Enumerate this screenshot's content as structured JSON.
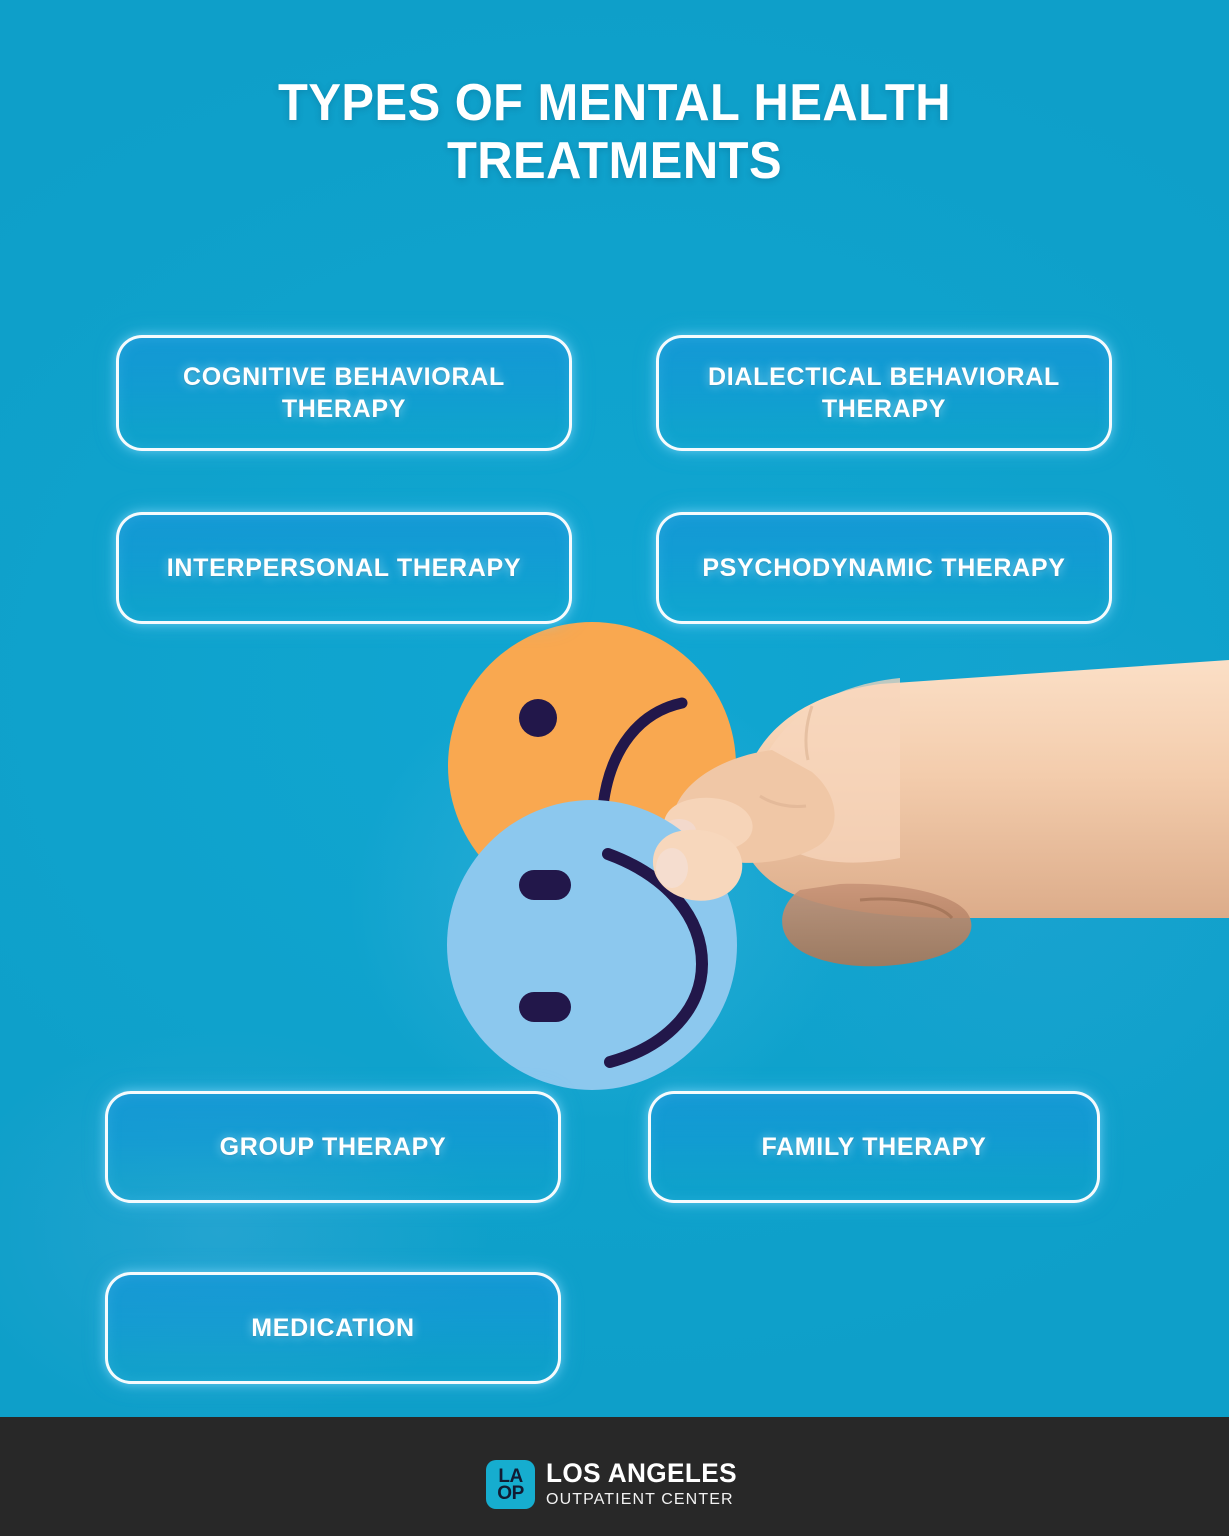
{
  "poster": {
    "title": "TYPES OF MENTAL HEALTH TREATMENTS",
    "background_color": "#0FA2CC",
    "accent_color": "#FFFFFF"
  },
  "treatments": [
    {
      "id": "cognitive-behavioral-therapy",
      "label": "COGNITIVE BEHAVIORAL THERAPY",
      "column": "left",
      "row": 1
    },
    {
      "id": "dialectical-behavioral-therapy",
      "label": "DIALECTICAL BEHAVIORAL THERAPY",
      "column": "right",
      "row": 1
    },
    {
      "id": "interpersonal-therapy",
      "label": "INTERPERSONAL THERAPY",
      "column": "left",
      "row": 2
    },
    {
      "id": "psychodynamic-therapy",
      "label": "PSYCHODYNAMIC THERAPY",
      "column": "right",
      "row": 2
    },
    {
      "id": "group-therapy",
      "label": "GROUP THERAPY",
      "column": "left",
      "row": 3
    },
    {
      "id": "family-therapy",
      "label": "FAMILY THERAPY",
      "column": "right",
      "row": 3
    },
    {
      "id": "medication",
      "label": "MEDICATION",
      "column": "left",
      "row": 4
    }
  ],
  "illustration": {
    "name": "hand-holding-smiley-face-cards",
    "sad_face_color": "#F9A850",
    "happy_face_color": "#8CC8EE",
    "feature_color": "#22174A",
    "skin_color": "#F3CDAE",
    "description": "A hand pinching a light blue smiling face card in front of an orange frowning face card"
  },
  "footer": {
    "background_color": "#282828",
    "logo_mark": {
      "name": "laop-logo-mark",
      "line1": "LA",
      "line2": "OP",
      "background_color": "#16ADCF",
      "text_color": "#111B33"
    },
    "org_name": "LOS ANGELES",
    "org_subtitle": "OUTPATIENT CENTER"
  }
}
